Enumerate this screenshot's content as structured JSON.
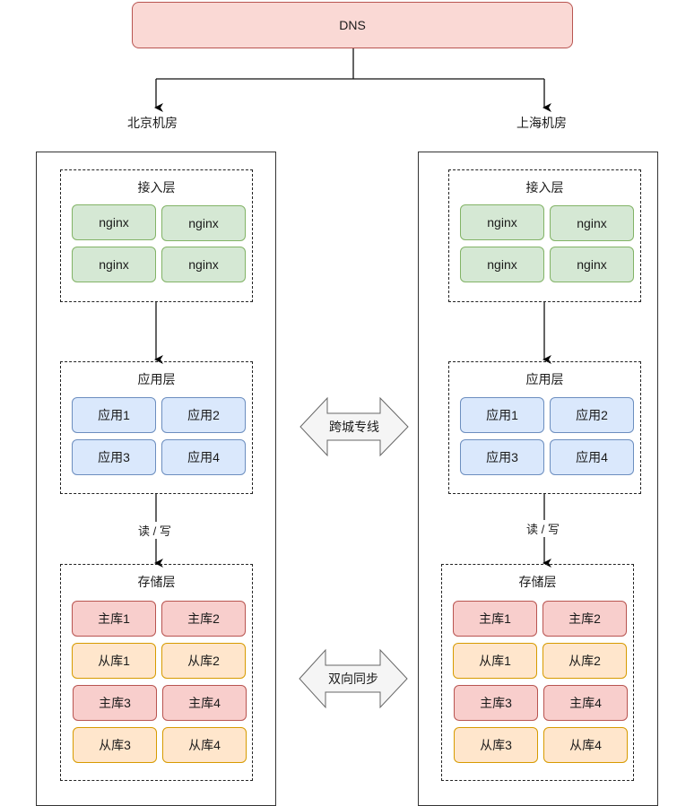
{
  "dns": {
    "label": "DNS"
  },
  "datacenters": [
    {
      "name": "北京机房",
      "access_layer": {
        "title": "接入层",
        "nodes": [
          "nginx",
          "nginx",
          "nginx",
          "nginx"
        ]
      },
      "app_layer": {
        "title": "应用层",
        "nodes": [
          "应用1",
          "应用2",
          "应用3",
          "应用4"
        ]
      },
      "rw_label": "读 / 写",
      "storage_layer": {
        "title": "存储层",
        "nodes": [
          "主库1",
          "主库2",
          "从库1",
          "从库2",
          "主库3",
          "主库4",
          "从库3",
          "从库4"
        ]
      }
    },
    {
      "name": "上海机房",
      "access_layer": {
        "title": "接入层",
        "nodes": [
          "nginx",
          "nginx",
          "nginx",
          "nginx"
        ]
      },
      "app_layer": {
        "title": "应用层",
        "nodes": [
          "应用1",
          "应用2",
          "应用3",
          "应用4"
        ]
      },
      "rw_label": "读 / 写",
      "storage_layer": {
        "title": "存储层",
        "nodes": [
          "主库1",
          "主库2",
          "从库1",
          "从库2",
          "主库3",
          "主库4",
          "从库3",
          "从库4"
        ]
      }
    }
  ],
  "links": {
    "cross_city": "跨城专线",
    "bidirectional_sync": "双向同步"
  },
  "colors": {
    "dns_fill": "#fad9d5",
    "dns_stroke": "#b85450",
    "access_fill": "#d5e8d4",
    "access_stroke": "#82b366",
    "app_fill": "#dae8fc",
    "app_stroke": "#6c8ebf",
    "master_fill": "#f8cecc",
    "master_stroke": "#b85450",
    "slave_fill": "#ffe6cc",
    "slave_stroke": "#d79b00",
    "link_arrow_fill": "#f5f5f5",
    "link_arrow_stroke": "#666666"
  }
}
